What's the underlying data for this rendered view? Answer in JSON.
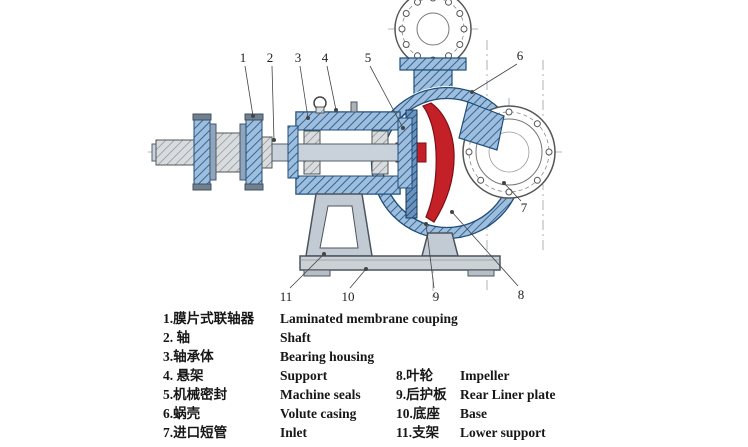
{
  "diagram": {
    "callouts": [
      "1",
      "2",
      "3",
      "4",
      "5",
      "6",
      "7",
      "8",
      "9",
      "10",
      "11"
    ]
  },
  "legend": {
    "left": [
      {
        "zh": "1.膜片式联轴器",
        "en": "Laminated membrane couping"
      },
      {
        "zh": "2. 轴",
        "en": "Shaft"
      },
      {
        "zh": "3.轴承体",
        "en": "Bearing housing"
      },
      {
        "zh": "4. 悬架",
        "en": "Support"
      },
      {
        "zh": "5.机械密封",
        "en": "Machine seals"
      },
      {
        "zh": "6.蜗壳",
        "en": "Volute casing"
      },
      {
        "zh": "7.进口短管",
        "en": "Inlet"
      }
    ],
    "right": [
      {
        "zh": "8.叶轮",
        "en": "Impeller"
      },
      {
        "zh": "9.后护板",
        "en": "Rear Liner plate"
      },
      {
        "zh": "10.底座",
        "en": "Base"
      },
      {
        "zh": "11.支架",
        "en": "Lower support"
      }
    ]
  },
  "colors": {
    "casing_blue": "#2e5e8e",
    "impeller_red": "#c32127",
    "steel_gray": "#c9d2da",
    "base_gray": "#ccd1d6"
  }
}
